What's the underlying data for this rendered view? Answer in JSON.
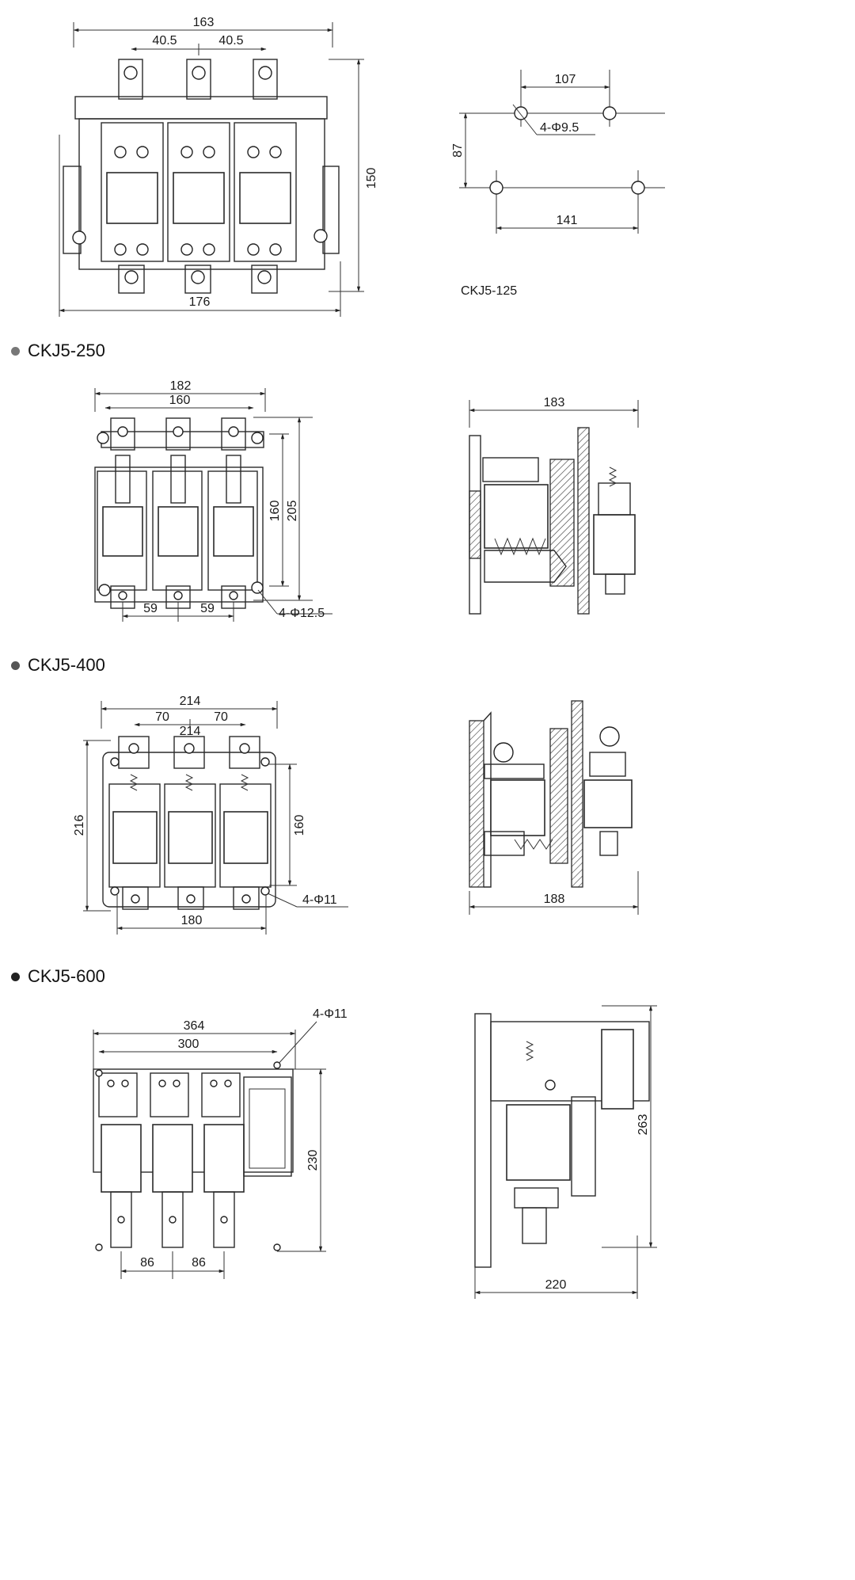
{
  "sections": [
    {
      "id": "ckj5-125",
      "label": "CKJ5-125",
      "dot_color": "#777777"
    },
    {
      "id": "ckj5-250",
      "label": "CKJ5-250",
      "dot_color": "#777777"
    },
    {
      "id": "ckj5-400",
      "label": "CKJ5-400",
      "dot_color": "#555555"
    },
    {
      "id": "ckj5-600",
      "label": "CKJ5-600",
      "dot_color": "#222222"
    }
  ],
  "ckj5_125": {
    "front": {
      "width_top": "163",
      "pitch_left": "40.5",
      "pitch_right": "40.5",
      "height": "150",
      "width_bottom": "176"
    },
    "mounting": {
      "top": "107",
      "side": "87",
      "holes": "4-Φ9.5",
      "bottom": "141"
    }
  },
  "ckj5_250": {
    "front": {
      "width_top": "182",
      "width_inner": "160",
      "height_inner": "160",
      "height_outer": "205",
      "pitch_left": "59",
      "pitch_right": "59",
      "holes": "4-Φ12.5"
    },
    "side": {
      "depth": "183"
    }
  },
  "ckj5_400": {
    "front": {
      "width_top": "214",
      "pitch_left": "70",
      "pitch_right": "70",
      "width_mid": "214",
      "height_left": "216",
      "height_right": "160",
      "holes": "4-Φ11",
      "width_bottom": "180"
    },
    "side": {
      "depth": "188"
    }
  },
  "ckj5_600": {
    "front": {
      "width_top": "364",
      "width_inner": "300",
      "holes": "4-Φ11",
      "height": "230",
      "pitch_left": "86",
      "pitch_right": "86"
    },
    "side": {
      "height": "263",
      "depth": "220"
    }
  }
}
